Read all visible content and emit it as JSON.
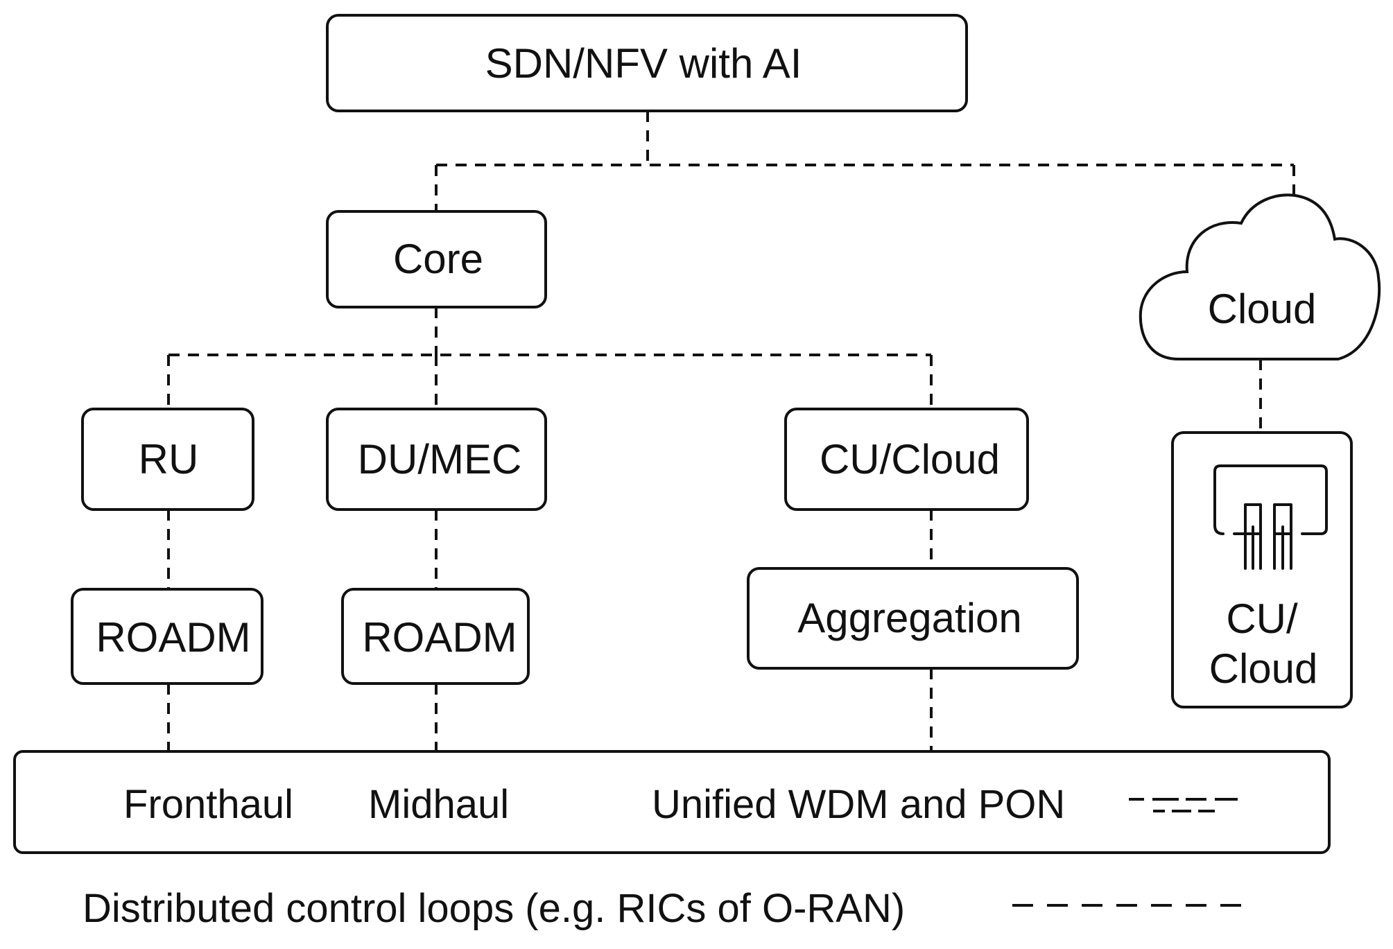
{
  "nodes": {
    "sdn": "SDN/NFV with AI",
    "core": "Core",
    "cloud": "Cloud",
    "ru": "RU",
    "du_mec": "DU/MEC",
    "cu_cloud": "CU/Cloud",
    "roadm_1": "ROADM",
    "roadm_2": "ROADM",
    "aggregation": "Aggregation",
    "cu_cloud_server_line1": "CU/",
    "cu_cloud_server_line2": "Cloud"
  },
  "transport_bar": {
    "fronthaul": "Fronthaul",
    "midhaul": "Midhaul",
    "unified": "Unified WDM and PON"
  },
  "legend": {
    "text": "Distributed control loops (e.g. RICs of O-RAN)"
  },
  "icons": [
    "cloud-icon",
    "server-rack-icon"
  ],
  "colors": {
    "stroke": "#111111",
    "background": "#ffffff"
  }
}
